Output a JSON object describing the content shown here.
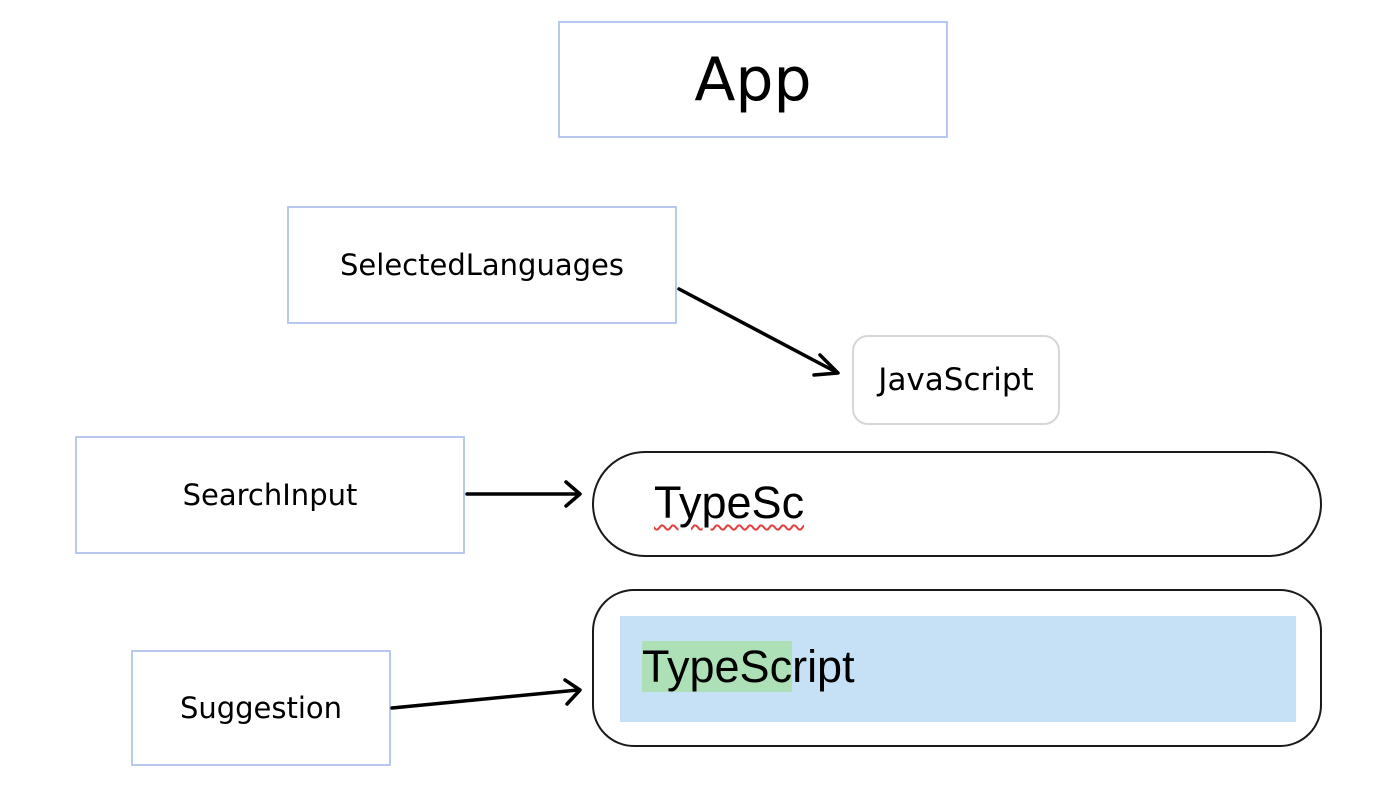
{
  "diagram": {
    "app_label": "App",
    "selected_languages_label": "SelectedLanguages",
    "search_input_label": "SearchInput",
    "suggestion_label": "Suggestion",
    "selected_chip": "JavaScript",
    "search_value": "TypeSc",
    "suggestion": {
      "match": "TypeSc",
      "rest": "ript"
    }
  },
  "colors": {
    "label_border": "#b7c9ef",
    "chip_border": "#d6d6d6",
    "field_border": "#1a1a1a",
    "suggestion_highlight": "#c6e1f5",
    "match_highlight": "#ade0b7",
    "spellcheck_underline": "#e0433f",
    "arrow": "#000000"
  }
}
